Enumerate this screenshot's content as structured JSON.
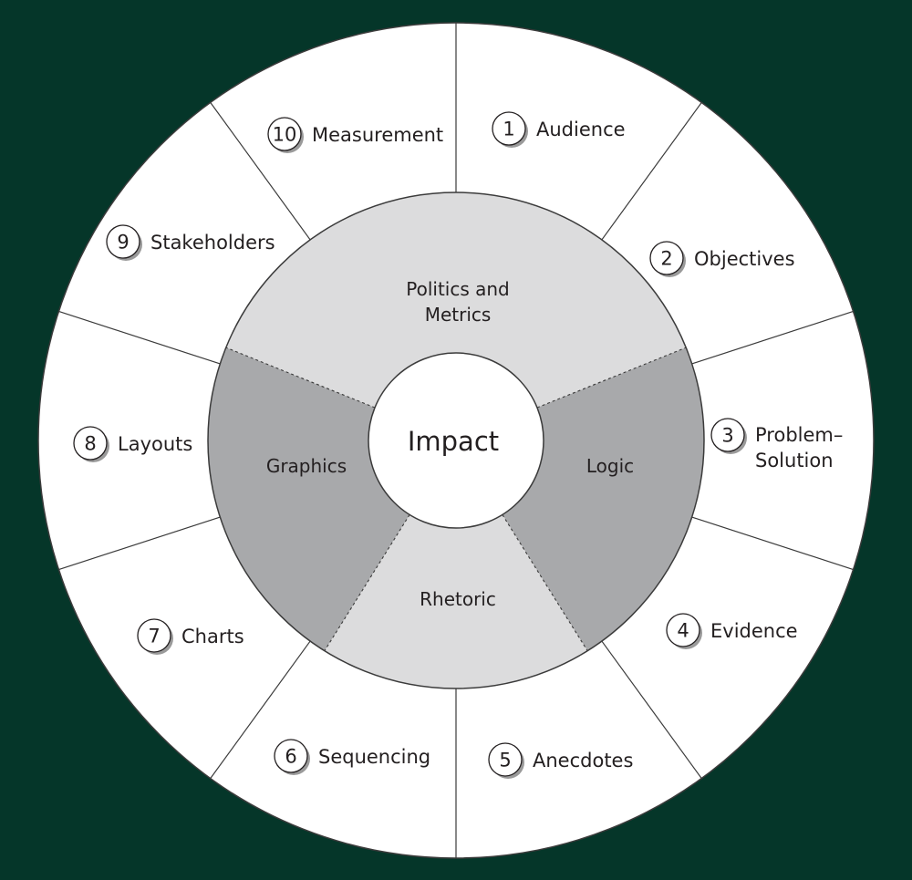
{
  "colors": {
    "background": "#053629",
    "outer_ring": "#ffffff",
    "light_sector": "#dcdcdd",
    "dark_sector": "#a8a9ab",
    "center": "#ffffff",
    "stroke": "#3b3b3b",
    "badge_shadow": "#9a9a9a"
  },
  "center": {
    "label": "Impact"
  },
  "inner_sectors": [
    {
      "name": "politics-and-metrics",
      "lines": [
        "Politics and",
        "Metrics"
      ],
      "shade": "light"
    },
    {
      "name": "logic",
      "lines": [
        "Logic"
      ],
      "shade": "dark"
    },
    {
      "name": "rhetoric",
      "lines": [
        "Rhetoric"
      ],
      "shade": "light"
    },
    {
      "name": "graphics",
      "lines": [
        "Graphics"
      ],
      "shade": "dark"
    }
  ],
  "outer_items": [
    {
      "number": "1",
      "lines": [
        "Audience"
      ]
    },
    {
      "number": "2",
      "lines": [
        "Objectives"
      ]
    },
    {
      "number": "3",
      "lines": [
        "Problem–",
        "Solution"
      ]
    },
    {
      "number": "4",
      "lines": [
        "Evidence"
      ]
    },
    {
      "number": "5",
      "lines": [
        "Anecdotes"
      ]
    },
    {
      "number": "6",
      "lines": [
        "Sequencing"
      ]
    },
    {
      "number": "7",
      "lines": [
        "Charts"
      ]
    },
    {
      "number": "8",
      "lines": [
        "Layouts"
      ]
    },
    {
      "number": "9",
      "lines": [
        "Stakeholders"
      ]
    },
    {
      "number": "10",
      "lines": [
        "Measurement"
      ]
    }
  ]
}
